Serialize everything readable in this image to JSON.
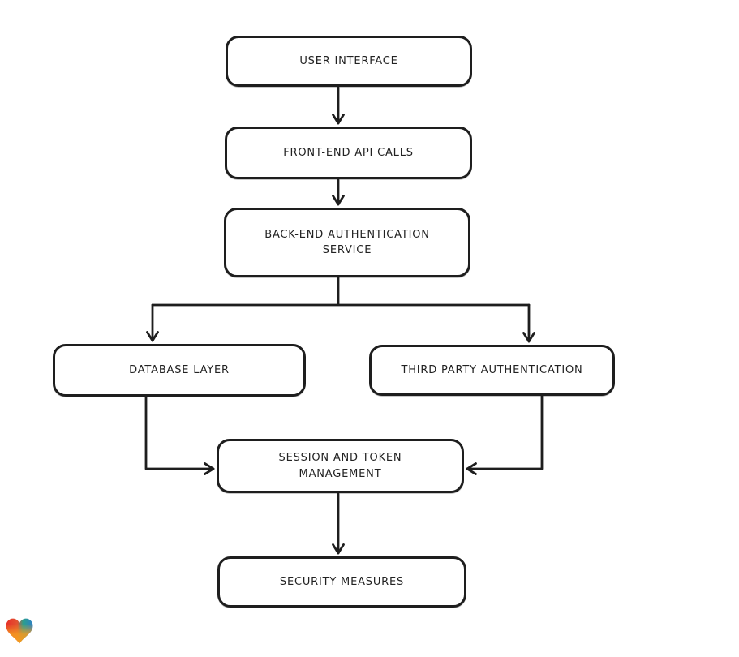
{
  "canvas": {
    "background": "#ffffff",
    "stroke_color": "#1e1e1e",
    "node_fill": "#ffffff",
    "text_color": "#222222"
  },
  "diagram": {
    "type": "flowchart",
    "nodes": [
      {
        "id": "user-interface",
        "label": "USER INTERFACE"
      },
      {
        "id": "front-end-api-calls",
        "label": "FRONT-END API CALLS"
      },
      {
        "id": "back-end-authentication-service",
        "label": "BACK-END AUTHENTICATION SERVICE"
      },
      {
        "id": "database-layer",
        "label": "DATABASE LAYER"
      },
      {
        "id": "third-party-authentication",
        "label": "THIRD PARTY AUTHENTICATION"
      },
      {
        "id": "session-and-token-management",
        "label": "SESSION AND TOKEN MANAGEMENT"
      },
      {
        "id": "security-measures",
        "label": "SECURITY MEASURES"
      }
    ],
    "edges": [
      {
        "from": "user-interface",
        "to": "front-end-api-calls"
      },
      {
        "from": "front-end-api-calls",
        "to": "back-end-authentication-service"
      },
      {
        "from": "back-end-authentication-service",
        "to": "database-layer"
      },
      {
        "from": "back-end-authentication-service",
        "to": "third-party-authentication"
      },
      {
        "from": "database-layer",
        "to": "session-and-token-management"
      },
      {
        "from": "third-party-authentication",
        "to": "session-and-token-management"
      },
      {
        "from": "session-and-token-management",
        "to": "security-measures"
      }
    ]
  },
  "branding": {
    "logo": "gradient-heart-logo",
    "colors": {
      "red": "#e73029",
      "red_orange": "#e25330",
      "teal": "#2aa08d",
      "blue": "#2e7fc6",
      "orange": "#f59b1f"
    }
  }
}
